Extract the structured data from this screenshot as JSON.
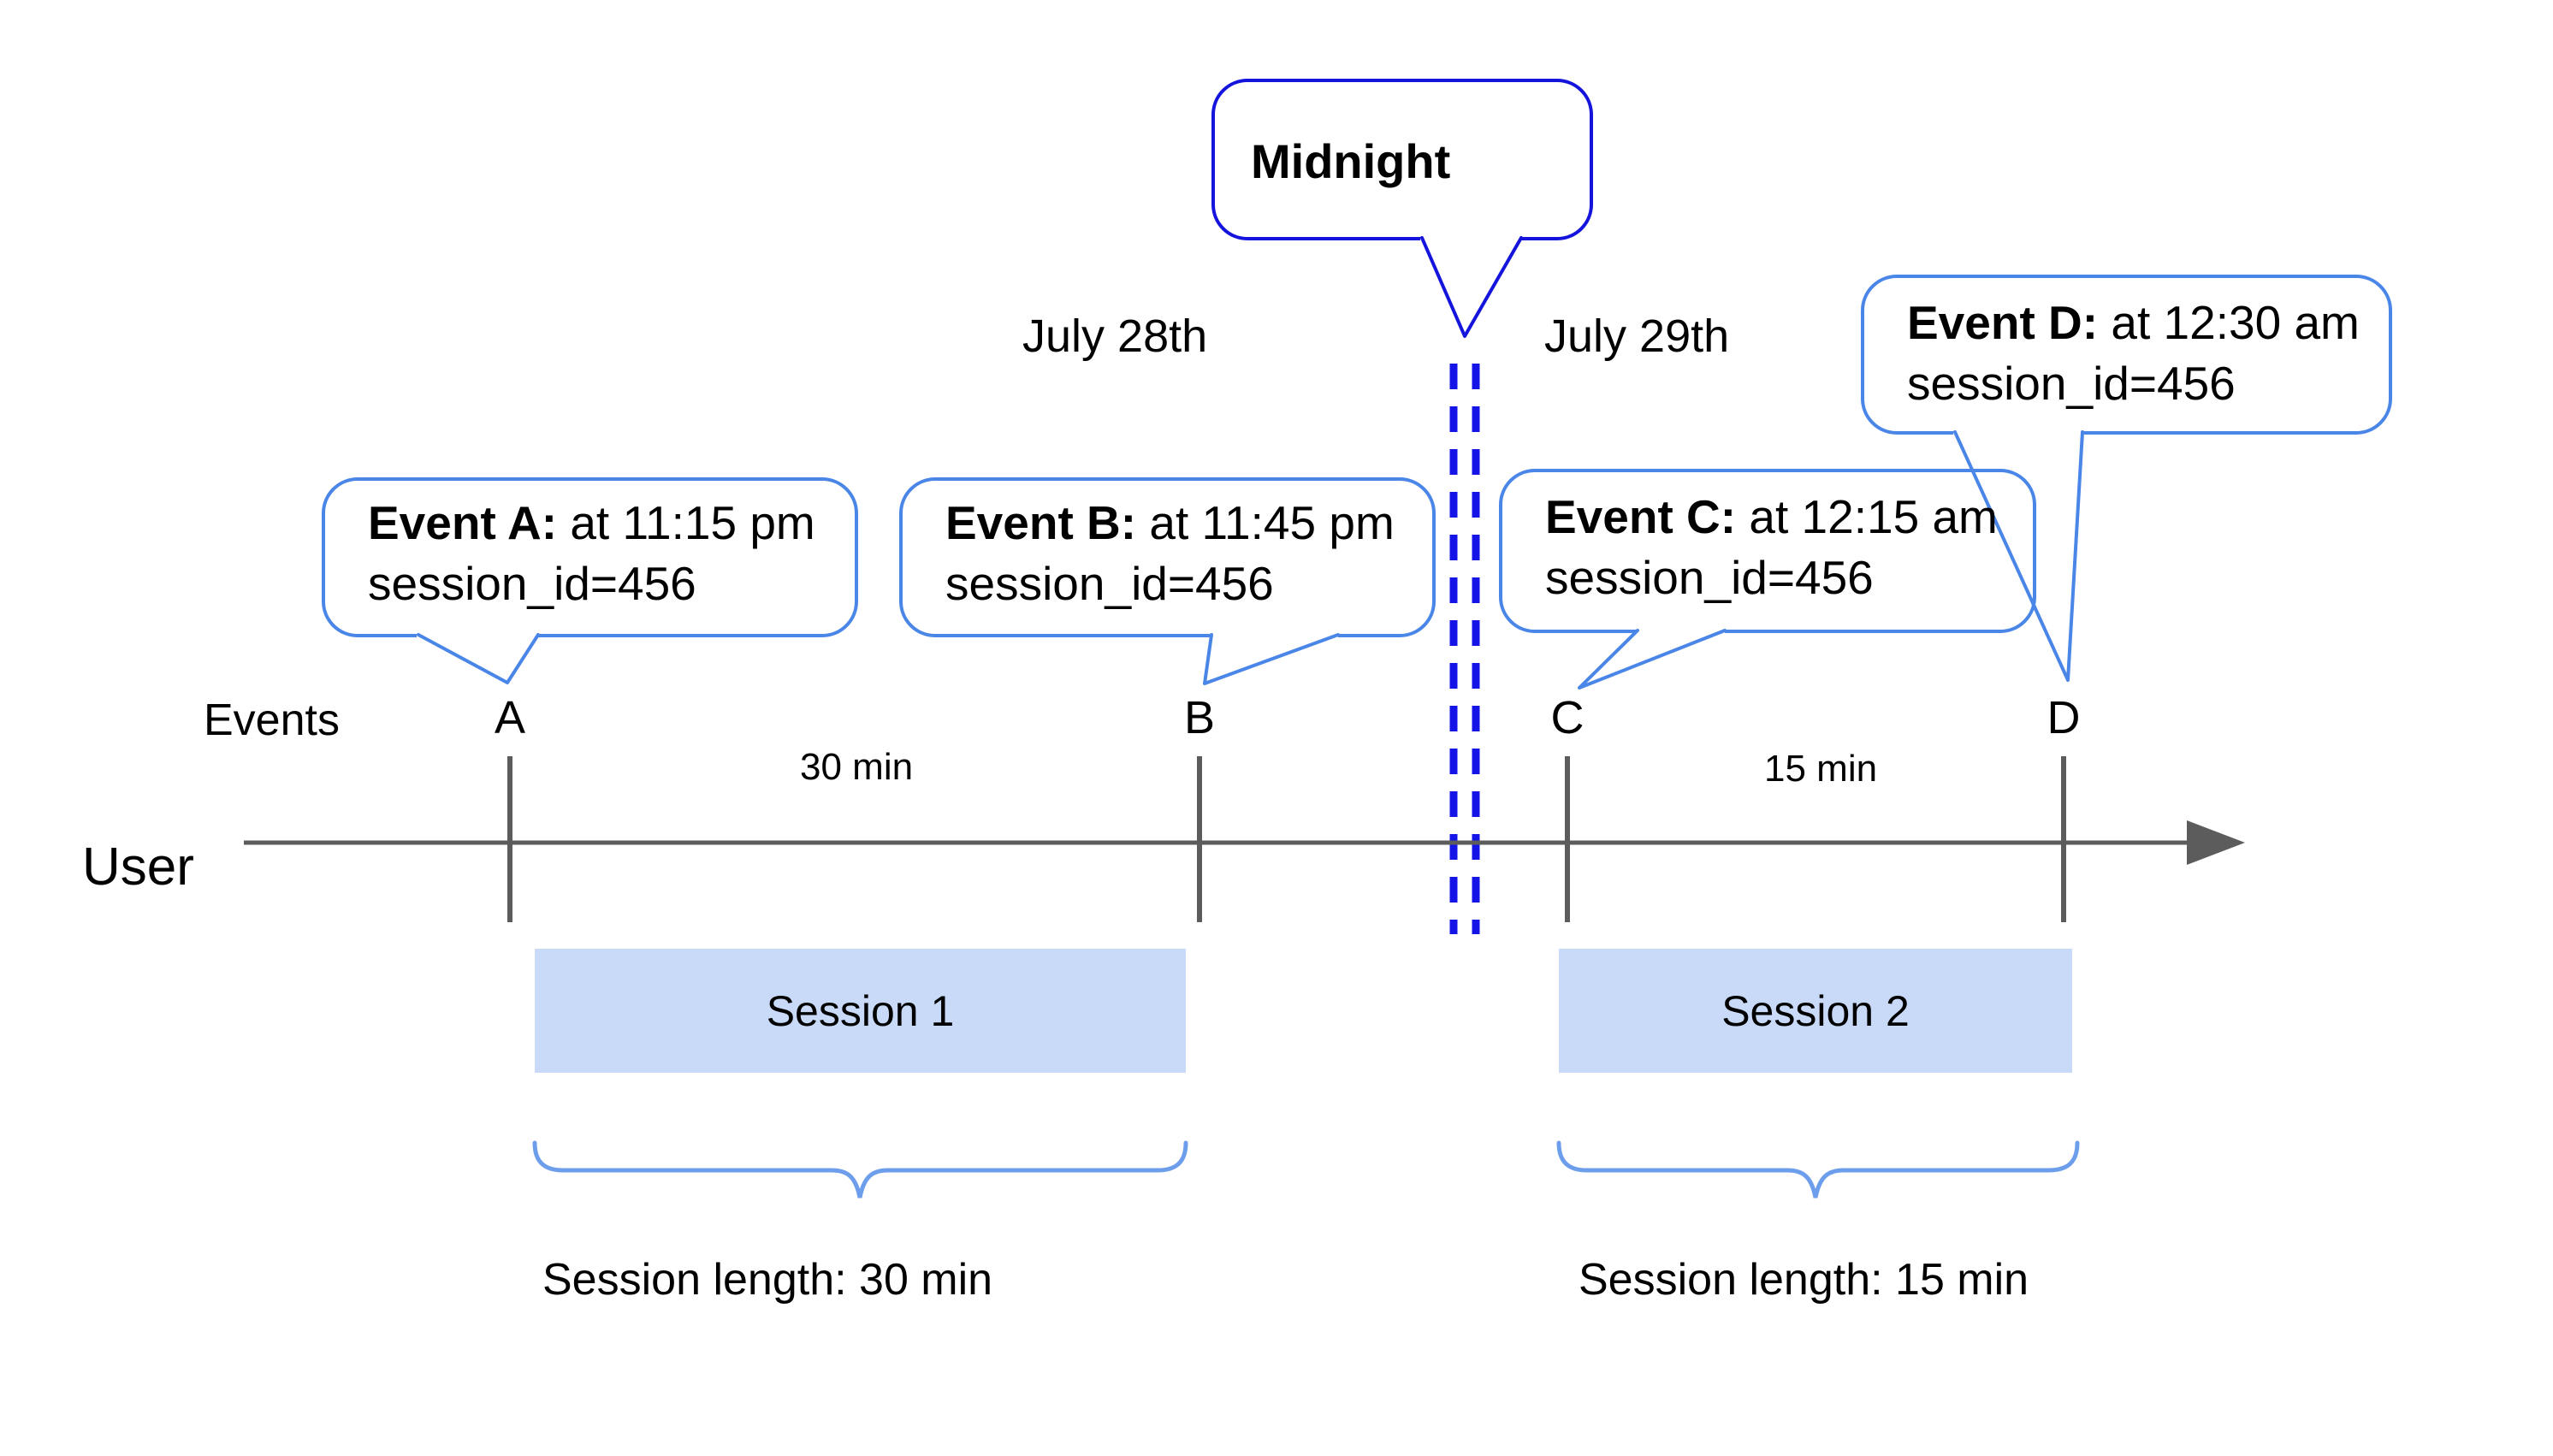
{
  "colors": {
    "event_bubble_border": "#4a86e8",
    "midnight_border": "#1414dc",
    "dashed_line": "#1414e8",
    "brace": "#6d9eeb",
    "session_fill": "#c9daf8",
    "axis_gray": "#5c5c5c",
    "text": "#000000",
    "background": "#ffffff"
  },
  "midnight": {
    "label": "Midnight"
  },
  "dates": {
    "left": "July 28th",
    "right": "July 29th"
  },
  "events": [
    {
      "title": "Event A:",
      "time": " at 11:15 pm",
      "session": "session_id=456",
      "tick": "A"
    },
    {
      "title": "Event B:",
      "time": " at 11:45 pm",
      "session": "session_id=456",
      "tick": "B"
    },
    {
      "title": "Event C:",
      "time": " at 12:15 am",
      "session": "session_id=456",
      "tick": "C"
    },
    {
      "title": "Event D:",
      "time": " at 12:30 am",
      "session": "session_id=456",
      "tick": "D"
    }
  ],
  "axis": {
    "events_label": "Events",
    "user_label": "User",
    "ticks": [
      "A",
      "B",
      "C",
      "D"
    ],
    "interval_ab": "30 min",
    "interval_cd": "15 min"
  },
  "sessions": [
    {
      "label": "Session 1",
      "length": "Session length: 30 min"
    },
    {
      "label": "Session 2",
      "length": "Session length: 15 min"
    }
  ]
}
